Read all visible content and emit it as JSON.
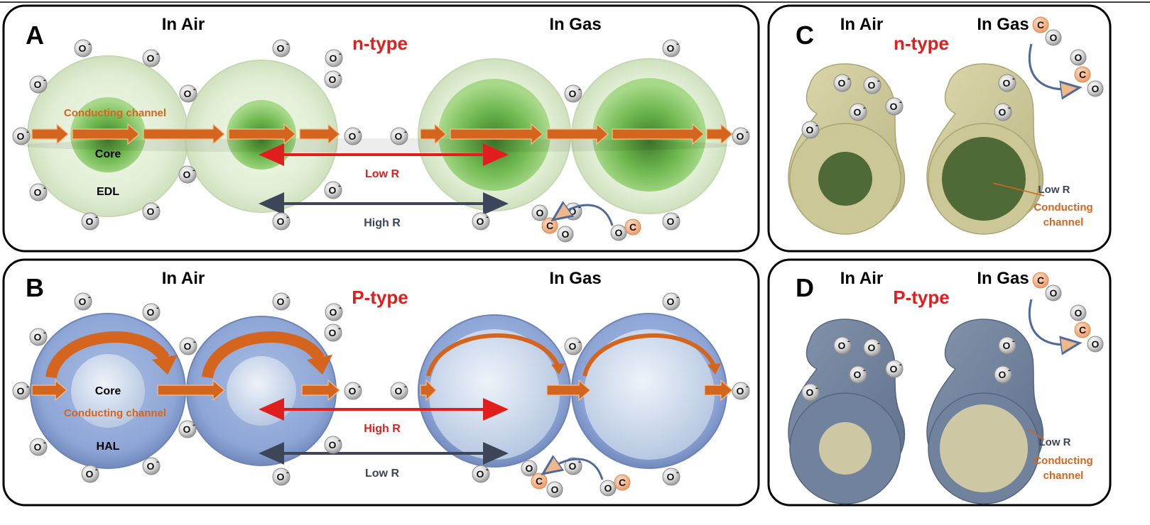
{
  "panels": {
    "A": {
      "letter": "A",
      "in_air": "In Air",
      "in_gas": "In Gas",
      "type": "n-type",
      "conducting_channel": "Conducting channel",
      "core": "Core",
      "layer": "EDL",
      "red_arrow": "Low R",
      "dark_arrow": "High R"
    },
    "B": {
      "letter": "B",
      "in_air": "In Air",
      "in_gas": "In Gas",
      "type": "P-type",
      "conducting_channel": "Conducting channel",
      "core": "Core",
      "layer": "HAL",
      "red_arrow": "High R",
      "dark_arrow": "Low R"
    },
    "C": {
      "letter": "C",
      "in_air": "In Air",
      "in_gas": "In Gas",
      "type": "n-type",
      "low_r": "Low R",
      "conducting": "Conducting",
      "channel": "channel"
    },
    "D": {
      "letter": "D",
      "in_air": "In Air",
      "in_gas": "In Gas",
      "type": "P-type",
      "low_r": "Low R",
      "conducting": "Conducting",
      "channel": "channel"
    }
  },
  "molecules": {
    "oxygen_ion": "O",
    "ion_charge": "-",
    "carbon": "C",
    "oxygen": "O"
  },
  "colors": {
    "red_label": "#e01e1e",
    "orange": "#d4651e",
    "dark_arrow": "#3c4658",
    "n_shell": "#dfeed2",
    "n_core": "#6fb84f",
    "p_shell": "#8ea6d6",
    "p_core": "#d3dfee",
    "c_tube": "#c9c596",
    "c_core": "#4f6a36",
    "d_tube": "#6f8099",
    "d_core": "#cdc7a4"
  }
}
